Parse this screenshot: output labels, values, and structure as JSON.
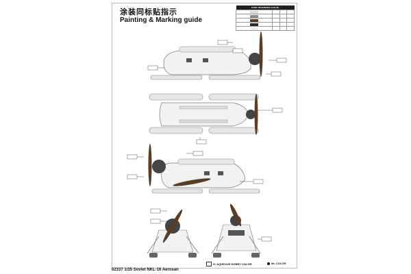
{
  "title_cn": "涂装同标贴指示",
  "title_en": "Painting & Marking guide",
  "paint_table": {
    "header": "PAINT REFERENCE COLOR",
    "rows": [
      {
        "color": "#d9d9d9"
      },
      {
        "color": "#8a8a8a"
      },
      {
        "color": "#5a3d25"
      },
      {
        "color": "#2b2b2b"
      },
      {
        "color": "#ededed"
      }
    ]
  },
  "footer": "02337  1/35  Soviet NKL-16 Aerosan",
  "legend": {
    "hobby": "H: AQUEOUS HOBBY COLOR",
    "mr": "Mr. COLOR"
  }
}
